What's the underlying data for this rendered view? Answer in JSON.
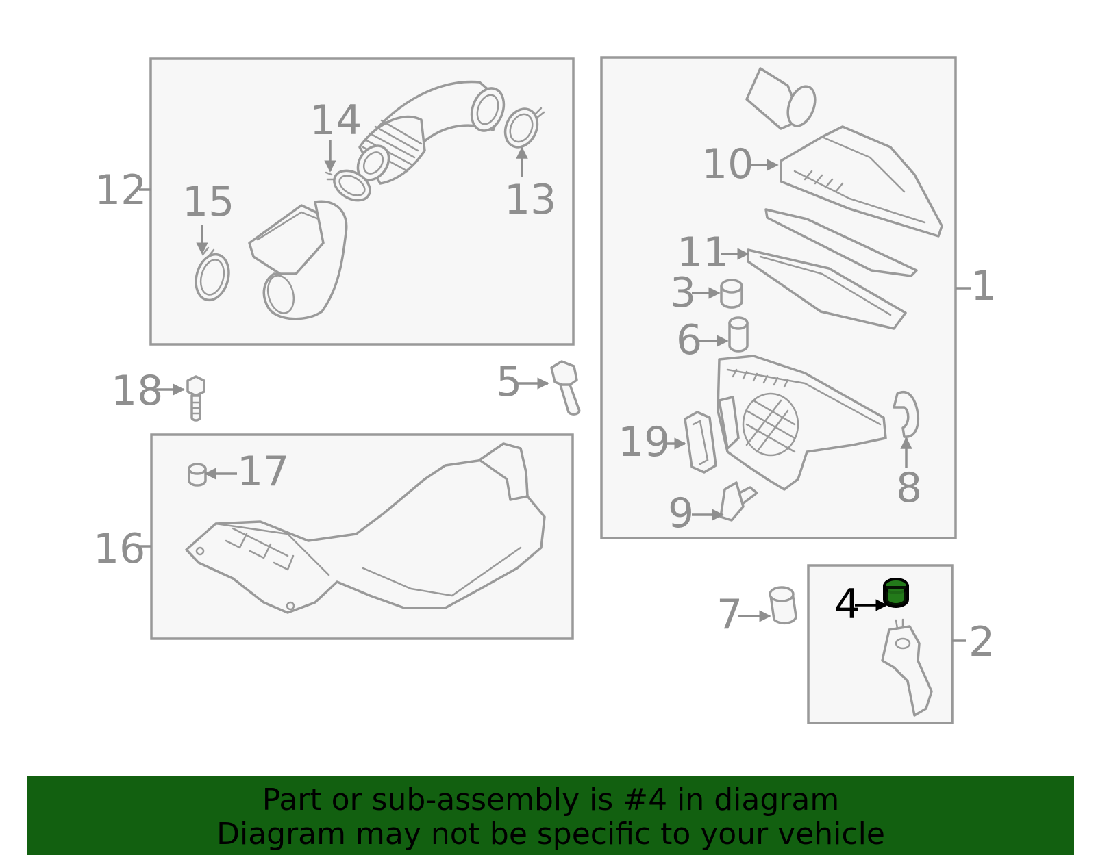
{
  "diagram": {
    "highlighted_part": "4",
    "highlight_color": "#237a1a",
    "banner_color": "#126010",
    "callouts": [
      "1",
      "2",
      "3",
      "4",
      "5",
      "6",
      "7",
      "8",
      "9",
      "10",
      "11",
      "12",
      "13",
      "14",
      "15",
      "16",
      "17",
      "18",
      "19"
    ]
  },
  "banner": {
    "line1": "Part or sub-assembly is #4 in diagram",
    "line2": "Diagram may not be specific to your vehicle"
  }
}
